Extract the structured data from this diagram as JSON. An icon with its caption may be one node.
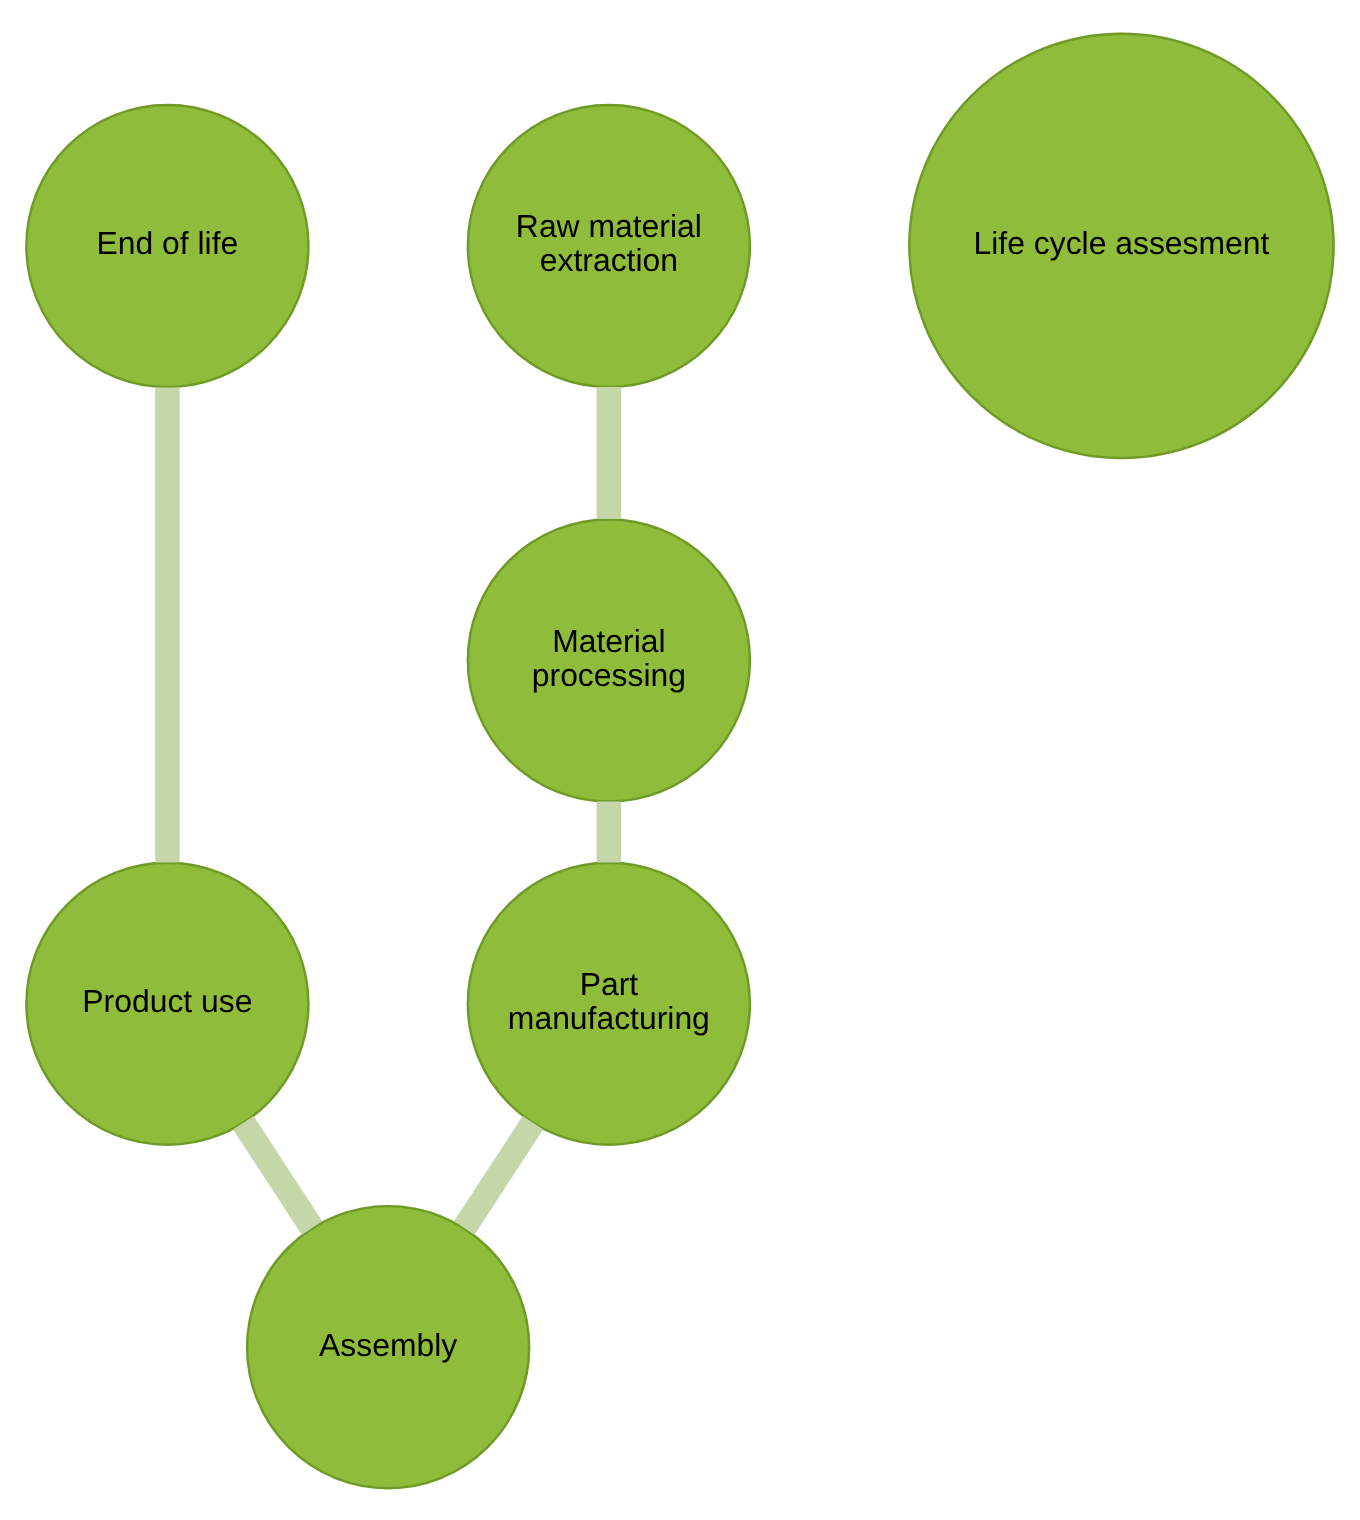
{
  "diagram": {
    "nodes": [
      {
        "text": [
          "Raw material extraction"
        ]
      },
      {
        "text": [
          "Material processing"
        ]
      },
      {
        "text": [
          "Part manufacturing"
        ]
      },
      {
        "text": [
          "Assembly"
        ]
      },
      {
        "text": [
          "Product use"
        ]
      },
      {
        "text": [
          "End of life"
        ]
      },
      {
        "text": [
          "Life cycle assesment"
        ]
      }
    ],
    "edges": [
      {
        "from": 0,
        "to": 1,
        "arrow": "none"
      },
      {
        "from": 1,
        "to": 2,
        "arrow": "none"
      },
      {
        "from": 2,
        "to": 3,
        "arrow": "none"
      },
      {
        "from": 3,
        "to": 4,
        "arrow": "none"
      },
      {
        "from": 4,
        "to": 5,
        "arrow": "none"
      }
    ]
  }
}
